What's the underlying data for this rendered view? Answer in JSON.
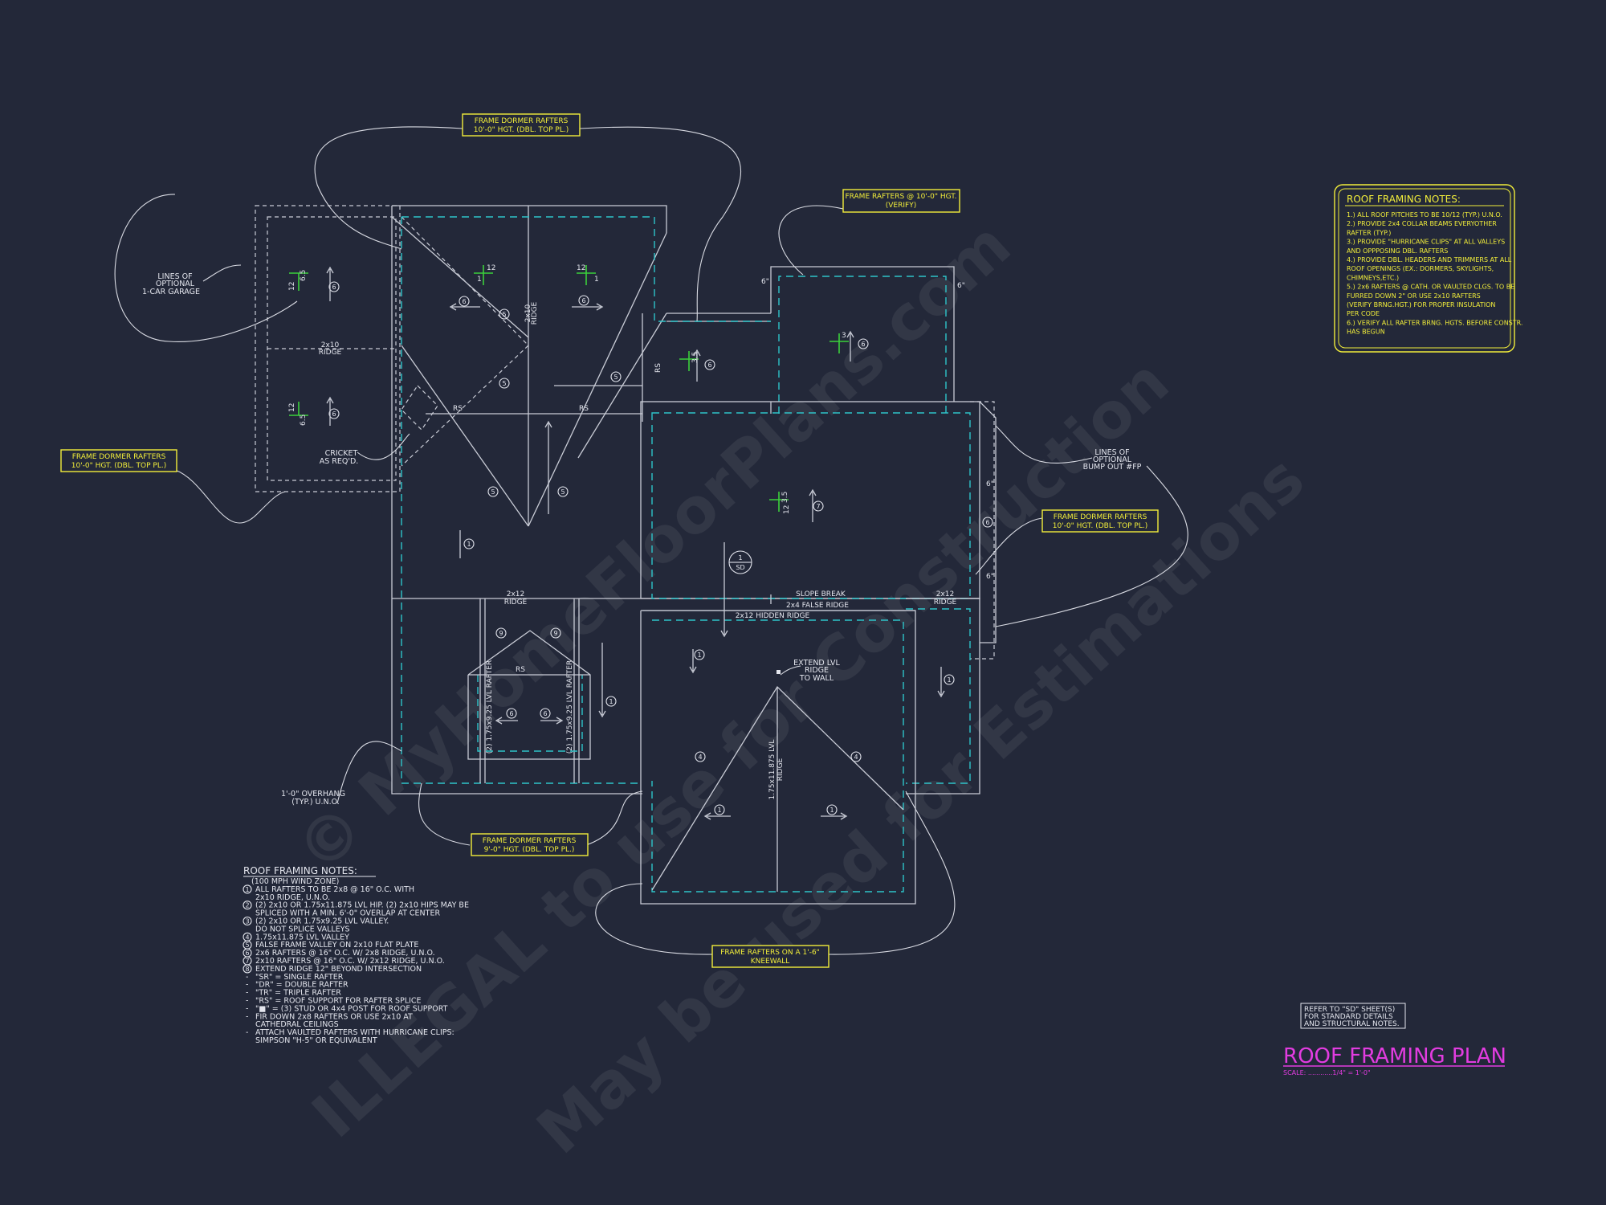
{
  "watermarks": [
    "© MyHomeFloorPlans.com",
    "ILLEGAL to use for Construction",
    "May be used for Estimations"
  ],
  "callouts": {
    "dormer_top": [
      "FRAME DORMER RAFTERS",
      "10'-0\" HGT. (DBL. TOP PL.)"
    ],
    "rafters_top_right": [
      "FRAME RAFTERS @ 10'-0\" HGT.",
      "(VERIFY)"
    ],
    "dormer_left": [
      "FRAME DORMER RAFTERS",
      "10'-0\" HGT. (DBL. TOP PL.)"
    ],
    "dormer_right": [
      "FRAME DORMER RAFTERS",
      "10'-0\" HGT. (DBL. TOP PL.)"
    ],
    "dormer_bottom": [
      "FRAME DORMER RAFTERS",
      "9'-0\" HGT. (DBL. TOP PL.)"
    ],
    "kneewall": [
      "FRAME RAFTERS ON A 1'-6\"",
      "KNEEWALL"
    ]
  },
  "labels": {
    "garage": [
      "LINES OF",
      "OPTIONAL",
      "1-CAR GARAGE"
    ],
    "bumpout": [
      "LINES OF",
      "OPTIONAL",
      "BUMP OUT #FP"
    ],
    "cricket": [
      "CRICKET",
      "AS REQ'D."
    ],
    "overhang": [
      "1'-0\" OVERHANG",
      "(TYP.) U.N.O."
    ],
    "extend_lvl": [
      "EXTEND LVL",
      "RIDGE",
      "TO WALL"
    ],
    "ridge_2x10_left": [
      "2x10",
      "RIDGE"
    ],
    "ridge_2x10_top": [
      "2x10",
      "RIDGE"
    ],
    "ridge_2x12_left": [
      "2x12",
      "RIDGE"
    ],
    "ridge_2x12_right": [
      "2x12",
      "RIDGE"
    ],
    "slope_break": "SLOPE BREAK",
    "false_ridge": "2x4 FALSE RIDGE",
    "hidden_ridge": "2x12 HIDDEN RIDGE",
    "lvl_ridge": [
      "1.75x11.875 LVL",
      "RIDGE"
    ],
    "lvl_rafter": "(2) 1.75x9.25 LVL RAFTER",
    "rs": "RS",
    "section_marker": [
      "1",
      "SD"
    ]
  },
  "pitch_marks": {
    "p12": "12",
    "p65": "6.5",
    "p1": "1",
    "p3": "3",
    "p35": "3.5",
    "p7": "7",
    "p6": "6",
    "p9": "9",
    "p6in": "6\""
  },
  "notes_box": {
    "title": "ROOF FRAMING NOTES:",
    "lines": [
      "1.) ALL ROOF PITCHES TO BE 10/12 (TYP.) U.N.O.",
      "2.) PROVIDE 2x4 COLLAR BEAMS EVERYOTHER",
      "     RAFTER (TYP.)",
      "3.) PROVIDE \"HURRICANE CLIPS\" AT ALL VALLEYS",
      "     AND OPPPOSING DBL. RAFTERS",
      "4.) PROVIDE DBL. HEADERS AND TRIMMERS AT ALL",
      "     ROOF OPENINGS (EX.: DORMERS, SKYLIGHTS,",
      "     CHIMNEYS,ETC.)",
      "5.) 2x6 RAFTERS @ CATH. OR VAULTED CLGS. TO BE",
      "     FURRED DOWN 2\" OR USE 2x10 RAFTERS",
      "     (VERIFY BRNG.HGT.) FOR PROPER INSULATION",
      "     PER CODE",
      "6.) VERIFY ALL RAFTER BRNG. HGTS. BEFORE CONSTR.",
      "     HAS BEGUN"
    ]
  },
  "legend": {
    "title": "ROOF FRAMING NOTES:",
    "lines": [
      "(100 MPH WIND ZONE)",
      "ALL RAFTERS TO BE 2x8 @ 16\" O.C. WITH",
      "2x10 RIDGE, U.N.O.",
      "(2) 2x10 OR 1.75x11.875 LVL HIP. (2) 2x10 HIPS MAY BE",
      "SPLICED WITH A MIN. 6'-0\" OVERLAP AT CENTER",
      "(2) 2x10 OR 1.75x9.25 LVL VALLEY.",
      "DO NOT SPLICE VALLEYS",
      "1.75x11.875 LVL VALLEY",
      "FALSE FRAME VALLEY ON 2x10 FLAT PLATE",
      "2x6 RAFTERS @ 16\" O.C. W/ 2x8 RIDGE, U.N.O.",
      "2x10 RAFTERS @ 16\" O.C. W/ 2x12 RIDGE, U.N.O.",
      "EXTEND RIDGE 12\" BEYOND INTERSECTION",
      "\"SR\" = SINGLE RAFTER",
      "\"DR\" = DOUBLE RAFTER",
      "\"TR\" = TRIPLE RAFTER",
      "\"RS\" = ROOF SUPPORT FOR RAFTER SPLICE",
      "\"■\" = (3) STUD OR 4x4 POST FOR ROOF SUPPORT",
      "FIR DOWN 2x8 RAFTERS OR USE 2x10 AT",
      "CATHEDRAL CEILINGS",
      "ATTACH VAULTED RAFTERS WITH HURRICANE CLIPS:",
      "SIMPSON \"H-5\" OR EQUIVALENT"
    ],
    "markers": [
      "1",
      "2",
      "3",
      "4",
      "5",
      "6",
      "7",
      "8",
      "-",
      "-",
      "-",
      "-",
      "-",
      "-",
      "-",
      "-"
    ]
  },
  "refer_note": [
    "REFER TO \"SD\" SHEET(S)",
    "FOR STANDARD DETAILS",
    "AND STRUCTURAL NOTES."
  ],
  "title": "ROOF FRAMING PLAN",
  "scale": "SCALE: ............1/4\" = 1'-0\""
}
